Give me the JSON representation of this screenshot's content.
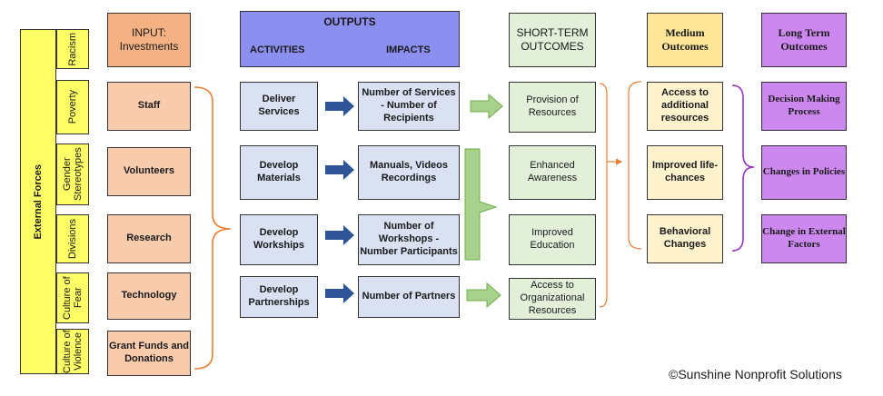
{
  "external_forces": {
    "label": "External Forces",
    "items": [
      "Racism",
      "Poverty",
      "Gender Stereotypes",
      "Divisions",
      "Culture of Fear",
      "Culture of Violence"
    ]
  },
  "input": {
    "header": "INPUT: Investments",
    "items": [
      "Staff",
      "Volunteers",
      "Research",
      "Technology",
      "Grant Funds and Donations"
    ]
  },
  "outputs": {
    "header": "OUTPUTS",
    "activities_label": "ACTIVITIES",
    "impacts_label": "IMPACTS",
    "activities": [
      "Deliver Services",
      "Develop Materials",
      "Develop Workships",
      "Develop Partnerships"
    ],
    "impacts": [
      "Number of Services - Number of Recipients",
      "Manuals, Videos Recordings",
      "Number of Workshops - Number Participants",
      "Number of Partners"
    ]
  },
  "short_term": {
    "header": "SHORT-TERM OUTCOMES",
    "items": [
      "Provision of Resources",
      "Enhanced Awareness",
      "Improved Education",
      "Access to Organizational Resources"
    ]
  },
  "medium": {
    "header": "Medium Outcomes",
    "items": [
      "Access to additional resources",
      "Improved life-chances",
      "Behavioral Changes"
    ]
  },
  "long_term": {
    "header": "Long Term Outcomes",
    "items": [
      "Decision Making Process",
      "Changes in Policies",
      "Change in External Factors"
    ]
  },
  "copyright": "©Sunshine Nonprofit Solutions",
  "colors": {
    "external": "#ffff66",
    "input_header": "#f4b183",
    "input_item": "#f8cbad",
    "outputs_header": "#8a8ff0",
    "outputs_item": "#d9e1f2",
    "short_term": "#e2efd9",
    "medium_header": "#ffe699",
    "medium_item": "#fff2cc",
    "long_term": "#cc88ee",
    "arrow_blue": "#2f5597",
    "arrow_green": "#a9d18e",
    "bracket_orange": "#ed7d31",
    "bracket_purple": "#9933cc"
  }
}
